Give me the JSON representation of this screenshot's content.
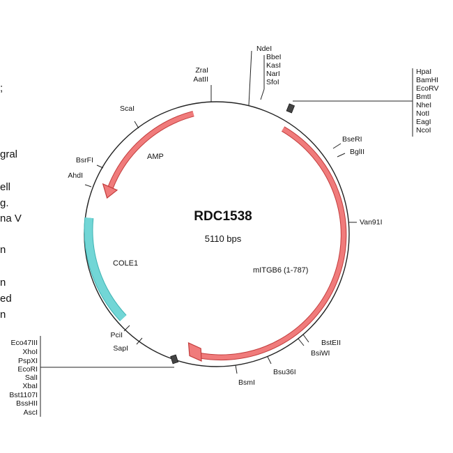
{
  "plasmid": {
    "name": "RDC1538",
    "size": "5110 bps"
  },
  "features": [
    {
      "name": "AMP",
      "color": "#f07b7b",
      "direction": "ccw"
    },
    {
      "name": "COLE1",
      "color": "#72d6d6",
      "direction": "none"
    },
    {
      "name": "mITGB6 (1-787)",
      "color": "#f07b7b",
      "direction": "cw"
    }
  ],
  "sites": {
    "zral": "ZraI",
    "aatii": "AatII",
    "ndei": "NdeI",
    "bbei": "BbeI",
    "kasi": "KasI",
    "nari": "NarI",
    "sfoi": "SfoI",
    "scai": "ScaI",
    "bsrfi": "BsrFI",
    "ahdi": "AhdI",
    "bseri": "BseRI",
    "bglii": "BglII",
    "van91i": "Van91I",
    "pcii": "PciI",
    "sapi": "SapI",
    "bsteii": "BstEII",
    "bsiwi": "BsiWI",
    "bsu36i": "Bsu36I",
    "bsmi": "BsmI"
  },
  "mcs_top": [
    "HpaI",
    "BamHI",
    "EcoRV",
    "BmtI",
    "NheI",
    "NotI",
    "EagI",
    "NcoI"
  ],
  "mcs_bottom": [
    "Eco47III",
    "XhoI",
    "PspXI",
    "EcoRI",
    "SalI",
    "XbaI",
    "Bst1107I",
    "BssHII",
    "AscI"
  ],
  "left_text_fragments": [
    ";",
    "gral",
    "ell",
    "g.",
    "na V",
    "n",
    "n",
    "ed",
    "n"
  ]
}
